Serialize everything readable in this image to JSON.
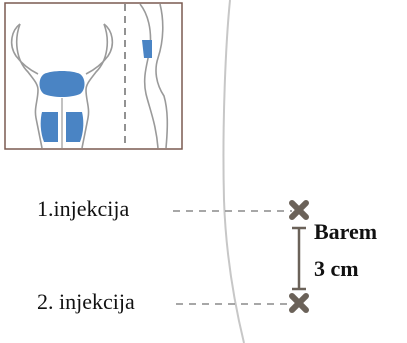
{
  "injections": {
    "first_label": "1.injekcija",
    "second_label": "2. injekcija"
  },
  "distance": {
    "line1": "Barem",
    "line2": "3 cm"
  },
  "colors": {
    "marker": "#6b6259",
    "zone": "#4a84c4",
    "outline": "#9a9a9a",
    "frame": "#7a5a50"
  }
}
